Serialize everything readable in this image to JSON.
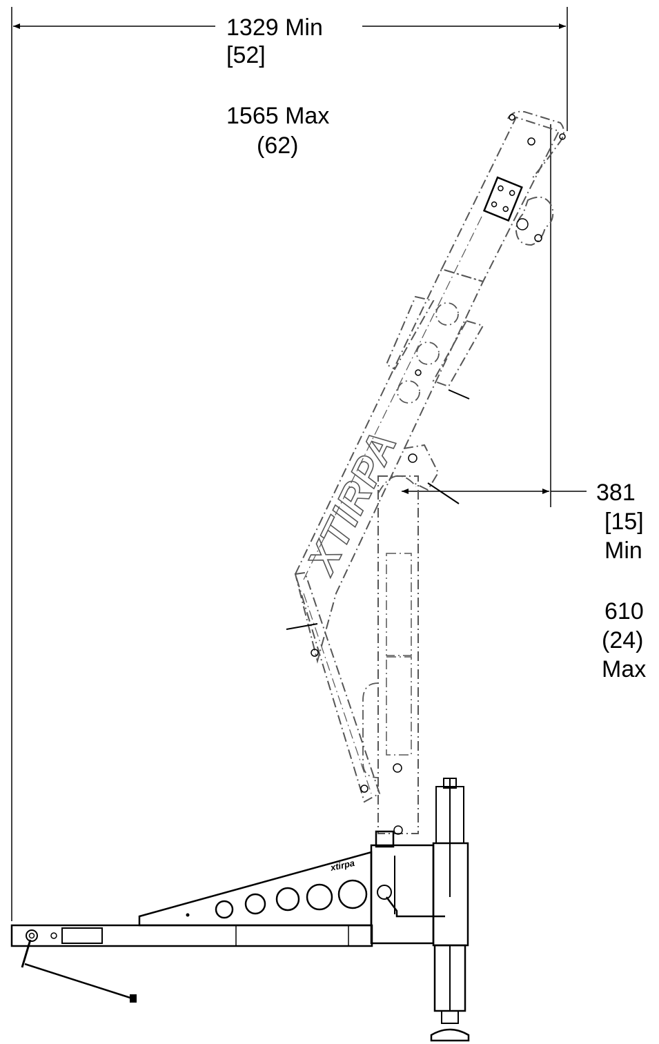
{
  "dimensions": {
    "width_min": {
      "mm": "1329 Min",
      "in": "[52]"
    },
    "width_max": {
      "mm": "1565 Max",
      "in": "(62)"
    },
    "reach_min": {
      "mm": "381",
      "in": "[15]",
      "label": "Min"
    },
    "reach_max": {
      "mm": "610",
      "in": "(24)",
      "label": "Max"
    }
  },
  "brand": {
    "boom_logo": "XTIRPA",
    "base_logo": "xtirpa"
  },
  "colors": {
    "ink": "#000000",
    "phantom_line": "#555555",
    "background": "#ffffff"
  }
}
